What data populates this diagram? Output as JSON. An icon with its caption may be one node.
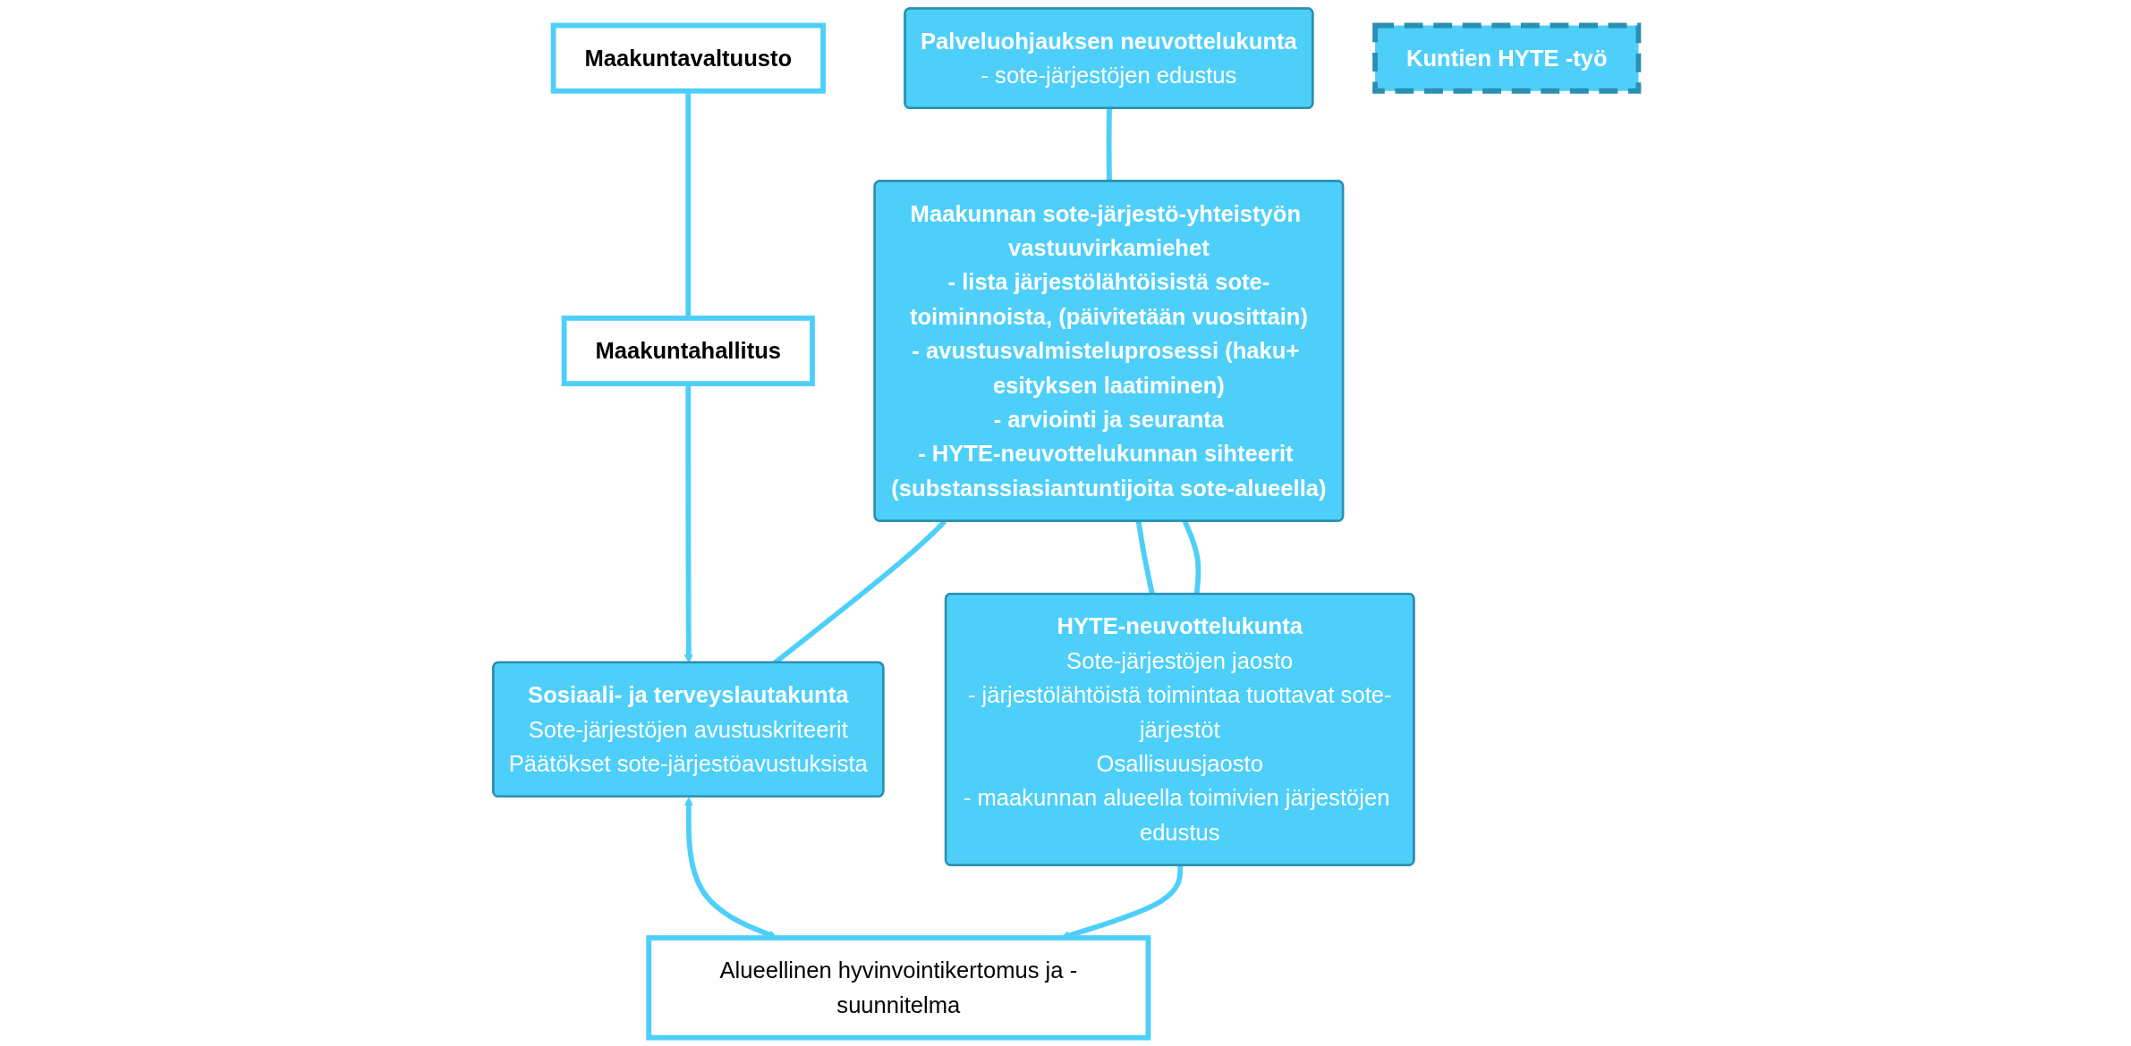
{
  "diagram": {
    "nodes": [
      {
        "text": [
          "Maakuntavaltuusto"
        ]
      },
      {
        "text": [
          "Maakuntahallitus"
        ]
      },
      {
        "text": [
          "Sosiaali- ja terveyslautakunta",
          "Sote-järjestöjen avustuskriteerit",
          "Päätökset sote-järjestöavustuksista"
        ]
      },
      {
        "text": [
          "Maakunnan sote-järjestö-yhteistyön vastuuvirkamiehet",
          "- lista järjestölähtöisistä sote-toiminnoista, (päivitetään vuosittain)",
          "- avustusvalmisteluprosessi (haku+ esityksen laatiminen)",
          "- arviointi ja seuranta",
          "- HYTE-neuvottelukunnan sihteerit (substanssiasiantuntijoita sote-alueella)"
        ]
      },
      {
        "text": [
          "Alueellinen hyvinvointikertomus ja -suunnitelma"
        ]
      },
      {
        "text": [
          "HYTE-neuvottelukunta",
          "Sote-järjestöjen jaosto",
          "- järjestölähtöistä toimintaa tuottavat sote-järjestöt",
          "Osallisuusjaosto",
          "- maakunnan alueella toimivien järjestöjen edustus"
        ]
      },
      {
        "text": [
          "Palveluohjauksen neuvottelukunta",
          "- sote-järjestöjen edustus"
        ]
      },
      {
        "text": [
          "Kuntien HYTE -työ"
        ]
      }
    ],
    "edges": [
      {
        "from": 0,
        "to": 1,
        "arrow": "none"
      },
      {
        "from": 1,
        "to": 2,
        "arrow": "to"
      },
      {
        "from": 3,
        "to": 2,
        "arrow": "none"
      },
      {
        "from": 2,
        "to": 4,
        "arrow": "both"
      },
      {
        "from": 5,
        "to": 4,
        "arrow": "to"
      },
      {
        "from": 3,
        "to": 5,
        "arrow": "none"
      },
      {
        "from": 3,
        "to": 5,
        "arrow": "none"
      },
      {
        "from": 6,
        "to": 3,
        "arrow": "none"
      }
    ]
  }
}
